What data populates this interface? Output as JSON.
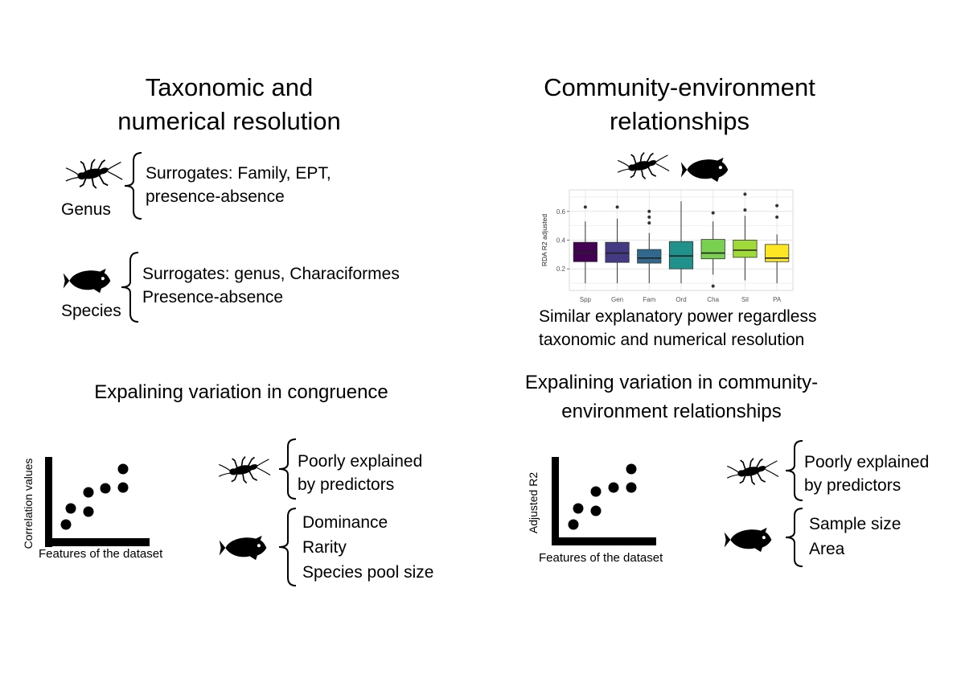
{
  "panels": {
    "top_left": {
      "title_line1": "Taxonomic and",
      "title_line2": "numerical resolution",
      "genus_label": "Genus",
      "genus_text_line1": "Surrogates: Family, EPT,",
      "genus_text_line2": "presence-absence",
      "species_label": "Species",
      "species_text_line1": "Surrogates: genus, Characiformes",
      "species_text_line2": "Presence-absence"
    },
    "top_right": {
      "title_line1": "Community-environment",
      "title_line2": "relationships",
      "caption_line1": "Similar explanatory power regardless",
      "caption_line2": "taxonomic and numerical resolution"
    },
    "bottom_left": {
      "title": "Expalining variation in congruence",
      "y_label": "Correlation values",
      "x_label": "Features of the dataset",
      "insect_line1": "Poorly explained",
      "insect_line2": "by predictors",
      "fish_line1": "Dominance",
      "fish_line2": "Rarity",
      "fish_line3": "Species pool size"
    },
    "bottom_right": {
      "title_line1": "Expalining variation in community-",
      "title_line2": "environment relationships",
      "y_label": "Adjusted R2",
      "x_label": "Features of the dataset",
      "insect_line1": "Poorly explained",
      "insect_line2": "by predictors",
      "fish_line1": "Sample size",
      "fish_line2": "Area"
    }
  },
  "chart_data": {
    "type": "box",
    "ylabel": "RDA R2 adjusted",
    "ylim": [
      0.05,
      0.75
    ],
    "yticks": [
      0.2,
      0.4,
      0.6
    ],
    "grid": true,
    "categories": [
      "Spp",
      "Gen",
      "Fam",
      "Ord",
      "Cha",
      "Sil",
      "PA"
    ],
    "colors": [
      "#440154",
      "#443983",
      "#31688e",
      "#21918c",
      "#7ad151",
      "#a0da39",
      "#fde725"
    ],
    "boxes": [
      {
        "q1": 0.25,
        "median": 0.315,
        "q3": 0.385,
        "whisker_low": 0.1,
        "whisker_high": 0.53,
        "outliers": [
          0.63
        ]
      },
      {
        "q1": 0.245,
        "median": 0.31,
        "q3": 0.385,
        "whisker_low": 0.1,
        "whisker_high": 0.55,
        "outliers": [
          0.63
        ]
      },
      {
        "q1": 0.24,
        "median": 0.275,
        "q3": 0.335,
        "whisker_low": 0.1,
        "whisker_high": 0.45,
        "outliers": [
          0.52,
          0.56,
          0.6
        ]
      },
      {
        "q1": 0.2,
        "median": 0.29,
        "q3": 0.39,
        "whisker_low": 0.1,
        "whisker_high": 0.67,
        "outliers": []
      },
      {
        "q1": 0.27,
        "median": 0.31,
        "q3": 0.405,
        "whisker_low": 0.16,
        "whisker_high": 0.53,
        "outliers": [
          0.08,
          0.59
        ]
      },
      {
        "q1": 0.28,
        "median": 0.33,
        "q3": 0.4,
        "whisker_low": 0.12,
        "whisker_high": 0.57,
        "outliers": [
          0.61,
          0.72
        ]
      },
      {
        "q1": 0.25,
        "median": 0.275,
        "q3": 0.37,
        "whisker_low": 0.1,
        "whisker_high": 0.44,
        "outliers": [
          0.56,
          0.64
        ]
      }
    ]
  }
}
